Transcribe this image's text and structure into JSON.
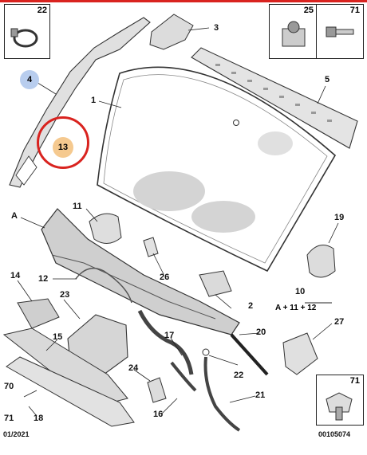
{
  "colors": {
    "accent_red": "#d9231f",
    "bubble_blue": "#b8cdee",
    "bubble_orange": "#f5c98f",
    "part_fill": "#dcdcdc",
    "stroke": "#333333"
  },
  "insets": {
    "top_left": "22",
    "top_right_a": "25",
    "top_right_b": "71",
    "bottom_right": "71"
  },
  "callouts": {
    "c1": "1",
    "c2": "2",
    "c3": "3",
    "c4": "4",
    "c5": "5",
    "c10": "10",
    "c11": "11",
    "c12": "12",
    "c13": "13",
    "c14": "14",
    "c15": "15",
    "c16": "16",
    "c17": "17",
    "c18": "18",
    "c19": "19",
    "c20": "20",
    "c21": "21",
    "c22": "22",
    "c23": "23",
    "c24": "24",
    "c26": "26",
    "c27": "27",
    "c70": "70",
    "c71": "71",
    "cA": "A"
  },
  "formula": "A + 11 + 12",
  "footer": {
    "date": "01/2021",
    "reference": "00105074"
  }
}
